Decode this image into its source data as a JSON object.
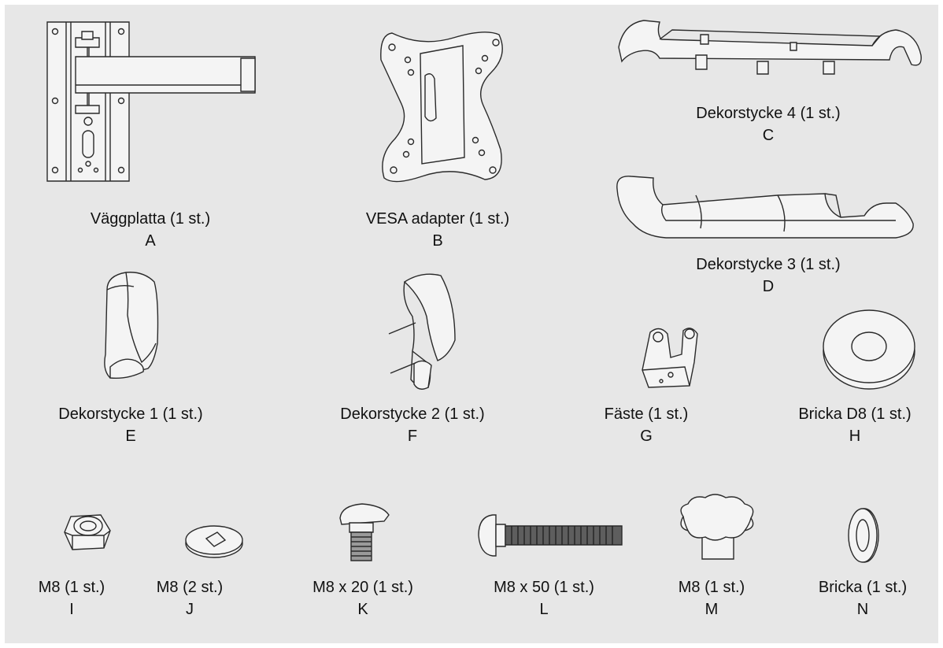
{
  "colors": {
    "background": "#e7e7e7",
    "line": "#2a2a2a",
    "fill": "#f4f4f4"
  },
  "parts": {
    "A": {
      "name": "Väggplatta (1 st.)",
      "letter": "A",
      "icon": "wall-plate-icon"
    },
    "B": {
      "name": "VESA adapter (1 st.)",
      "letter": "B",
      "icon": "vesa-adapter-icon"
    },
    "C": {
      "name": "Dekorstycke 4 (1 st.)",
      "letter": "C",
      "icon": "cover-piece-4-icon"
    },
    "D": {
      "name": "Dekorstycke 3 (1 st.)",
      "letter": "D",
      "icon": "cover-piece-3-icon"
    },
    "E": {
      "name": "Dekorstycke 1 (1 st.)",
      "letter": "E",
      "icon": "cover-piece-1-icon"
    },
    "F": {
      "name": "Dekorstycke 2 (1 st.)",
      "letter": "F",
      "icon": "cover-piece-2-icon"
    },
    "G": {
      "name": "Fäste (1 st.)",
      "letter": "G",
      "icon": "bracket-icon"
    },
    "H": {
      "name": "Bricka D8 (1 st.)",
      "letter": "H",
      "icon": "flat-washer-icon"
    },
    "I": {
      "name": "M8 (1 st.)",
      "letter": "I",
      "icon": "lock-nut-icon"
    },
    "J": {
      "name": "M8 (2 st.)",
      "letter": "J",
      "icon": "square-hole-washer-icon"
    },
    "K": {
      "name": "M8 x 20 (1 st.)",
      "letter": "K",
      "icon": "short-carriage-bolt-icon"
    },
    "L": {
      "name": "M8 x 50 (1 st.)",
      "letter": "L",
      "icon": "long-carriage-bolt-icon"
    },
    "M": {
      "name": "M8 (1 st.)",
      "letter": "M",
      "icon": "knob-nut-icon"
    },
    "N": {
      "name": "Bricka (1 st.)",
      "letter": "N",
      "icon": "spring-washer-icon"
    }
  }
}
